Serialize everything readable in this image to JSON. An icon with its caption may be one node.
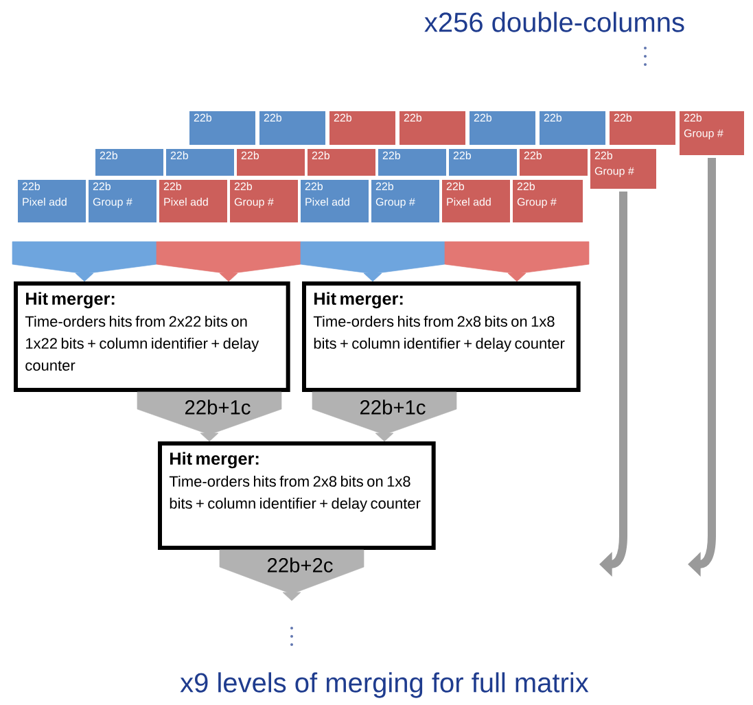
{
  "diagram": {
    "nodes": [
      {
        "text": [
          "22b"
        ]
      },
      {
        "text": [
          "22b"
        ]
      },
      {
        "text": [
          "22b"
        ]
      },
      {
        "text": [
          "22b"
        ]
      },
      {
        "text": [
          "22b"
        ]
      },
      {
        "text": [
          "22b"
        ]
      },
      {
        "text": [
          "22b"
        ]
      },
      {
        "text": [
          "22b",
          "Group #"
        ]
      },
      {
        "text": [
          "22b"
        ]
      },
      {
        "text": [
          "22b"
        ]
      },
      {
        "text": [
          "22b"
        ]
      },
      {
        "text": [
          "22b"
        ]
      },
      {
        "text": [
          "22b"
        ]
      },
      {
        "text": [
          "22b"
        ]
      },
      {
        "text": [
          "22b"
        ]
      },
      {
        "text": [
          "22b",
          "Group #"
        ]
      },
      {
        "text": [
          "22b",
          "Pixel add"
        ]
      },
      {
        "text": [
          "22b",
          "Group #"
        ]
      },
      {
        "text": [
          "22b",
          "Pixel add"
        ]
      },
      {
        "text": [
          "22b",
          "Group #"
        ]
      },
      {
        "text": [
          "22b",
          "Pixel add"
        ]
      },
      {
        "text": [
          "22b",
          "Group #"
        ]
      },
      {
        "text": [
          "22b",
          "Pixel add"
        ]
      },
      {
        "text": [
          "22b",
          "Group #"
        ]
      },
      {
        "text": [
          "Hit merger:",
          "Time-orders hits from 2x22 bits on 1x22 bits + column identifier + delay counter"
        ]
      },
      {
        "text": [
          "Hit merger:",
          "Time-orders hits from 2x8 bits on 1x8 bits + column identifier + delay counter"
        ]
      },
      {
        "text": [
          "Hit merger:",
          "Time-orders hits from 2x8 bits on 1x8 bits + column identifier + delay counter"
        ]
      }
    ],
    "edges": [
      {
        "from": null,
        "to": 24,
        "arrow": "to",
        "color": "#4a8fd6"
      },
      {
        "from": null,
        "to": 24,
        "arrow": "to",
        "color": "#dc5550"
      },
      {
        "from": null,
        "to": 25,
        "arrow": "to",
        "color": "#4a8fd6"
      },
      {
        "from": null,
        "to": 25,
        "arrow": "to",
        "color": "#dc5550"
      },
      {
        "from": 24,
        "to": 26,
        "arrow": "to",
        "label": "22b+1c"
      },
      {
        "from": 25,
        "to": 26,
        "arrow": "to",
        "label": "22b+1c"
      },
      {
        "from": 26,
        "to": null,
        "arrow": "to",
        "label": "22b+2c"
      },
      {
        "from": 15,
        "to": null,
        "arrow": "to"
      },
      {
        "from": 7,
        "to": null,
        "arrow": "to"
      }
    ],
    "labels": [
      "x256 double-columns",
      "x9 levels of merging for full matrix"
    ]
  }
}
